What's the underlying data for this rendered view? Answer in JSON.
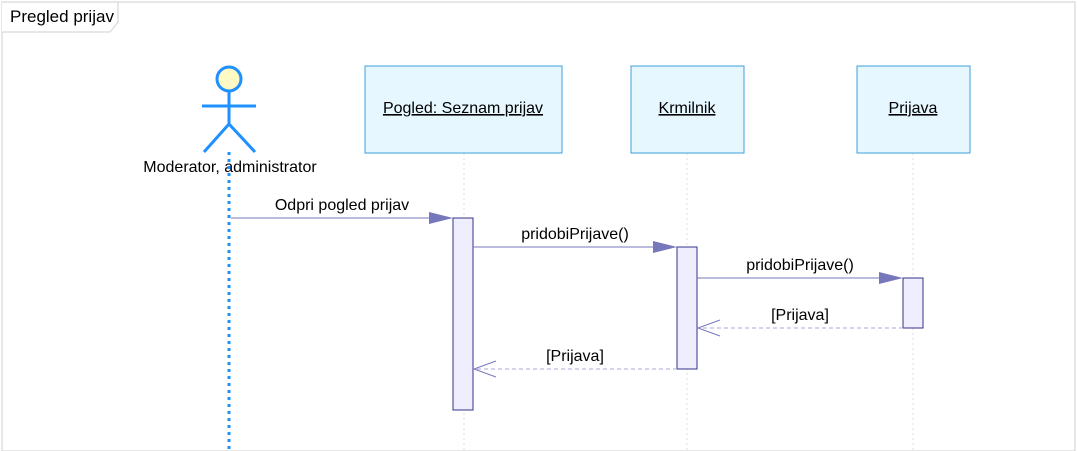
{
  "frame": {
    "title": "Pregled prijav"
  },
  "actor": {
    "name": "Moderator, administrator",
    "icon": "stick-figure-actor-icon"
  },
  "lifelines": [
    {
      "id": "view",
      "name": "Pogled: Seznam prijav"
    },
    {
      "id": "ctrl",
      "name": "Krmilnik"
    },
    {
      "id": "entity",
      "name": "Prijava"
    }
  ],
  "messages": [
    {
      "label": "Odpri pogled prijav",
      "kind": "sync"
    },
    {
      "label": "pridobiPrijave()",
      "kind": "sync"
    },
    {
      "label": "pridobiPrijave()",
      "kind": "sync"
    },
    {
      "label": "[Prijava]",
      "kind": "return"
    },
    {
      "label": "[Prijava]",
      "kind": "return"
    }
  ],
  "colors": {
    "frame_border": "#cfcfcf",
    "actor_stroke": "#1e90ff",
    "actor_head_fill": "#fff9c4",
    "lifeline_box_fill": "#e6f7ff",
    "lifeline_box_stroke": "#3aa0d8",
    "activation_fill": "#eeeeff",
    "activation_stroke": "#333388",
    "message_line": "#7777bb",
    "arrow_fill": "#7777bb",
    "dashed_lifeline": "#dddddd"
  }
}
